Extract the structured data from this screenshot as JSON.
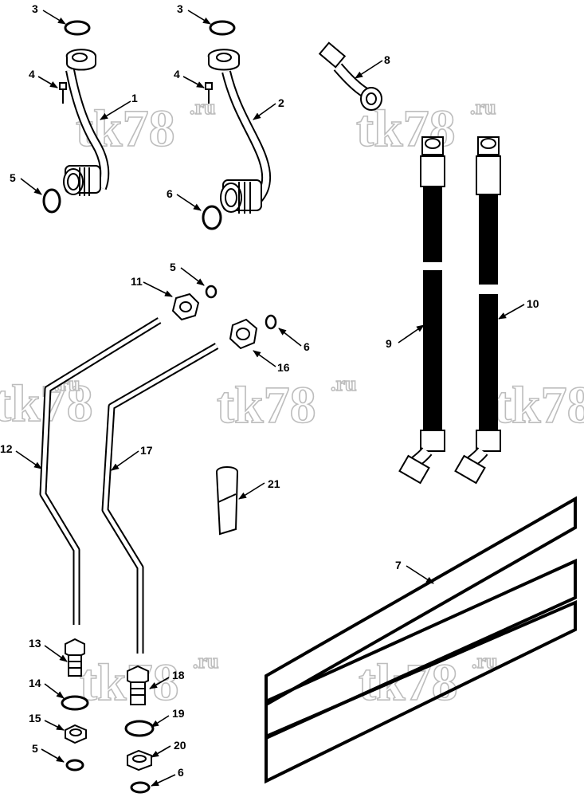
{
  "watermark": {
    "main": "tk78",
    "suffix": ".ru"
  },
  "callouts": {
    "c1": "1",
    "c2": "2",
    "c3a": "3",
    "c3b": "3",
    "c4a": "4",
    "c4b": "4",
    "c5a": "5",
    "c5b": "5",
    "c5c": "5",
    "c6a": "6",
    "c6b": "6",
    "c6c": "6",
    "c7": "7",
    "c8": "8",
    "c9": "9",
    "c10": "10",
    "c11": "11",
    "c12": "12",
    "c13": "13",
    "c14": "14",
    "c15": "15",
    "c16": "16",
    "c17": "17",
    "c18": "18",
    "c19": "19",
    "c20": "20",
    "c21": "21"
  }
}
